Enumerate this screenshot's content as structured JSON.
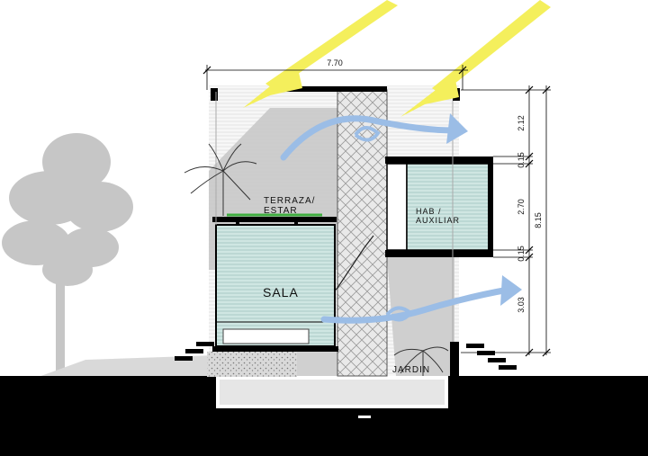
{
  "labels": {
    "terrace_line1": "TERRAZA/",
    "terrace_line2": "ESTAR",
    "room_line1": "HAB /",
    "room_line2": "AUXILIAR",
    "living": "SALA",
    "garden": "JARDIN"
  },
  "dimensions": {
    "total_width": "7.70",
    "upper": "2.12",
    "slab_top": "0.15",
    "room_height": "2.70",
    "slab_bottom": "0.15",
    "lower": "3.03",
    "total_height": "8.15"
  },
  "colors": {
    "sun": "#f4ef5c",
    "airflow": "#9bbde6",
    "glazing": "#c9e3df",
    "terrace_accent": "#3fae3f",
    "shadow": "#c8c8c8",
    "ground": "#000000"
  }
}
